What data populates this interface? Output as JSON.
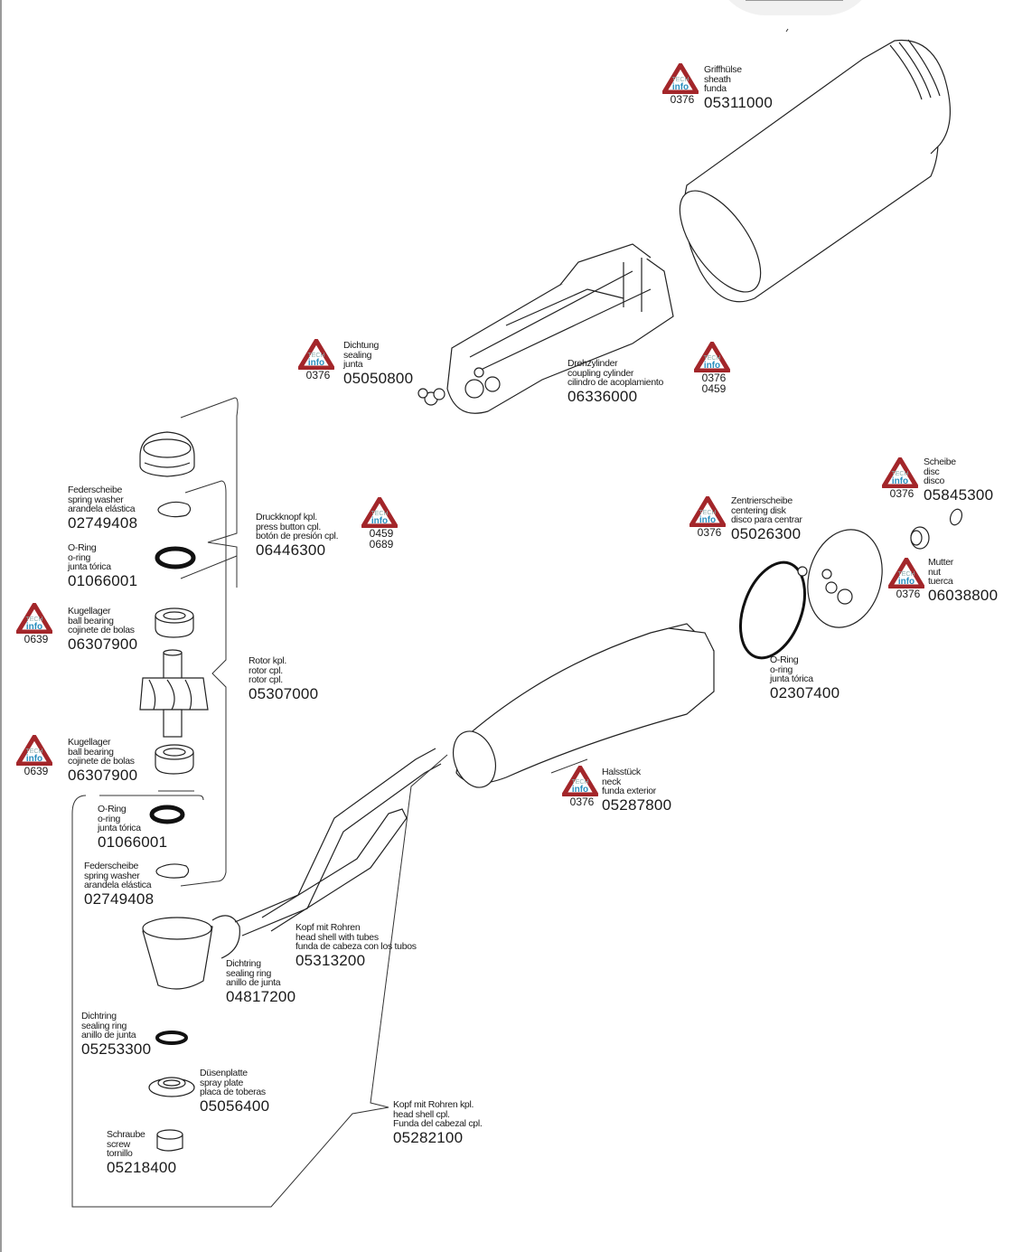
{
  "diagram": {
    "title": "",
    "tech_info_badge": {
      "top": "TECH",
      "bottom": "info",
      "color": "#a3262a",
      "text_color": "#2a8fbf"
    },
    "parts": [
      {
        "id": "griffhuelse",
        "lines": [
          "Griffhülse",
          "sheath",
          "funda"
        ],
        "part_no": "05311000",
        "tech_codes": [
          "0376"
        ]
      },
      {
        "id": "dichtung",
        "lines": [
          "Dichtung",
          "sealing",
          "junta"
        ],
        "part_no": "05050800",
        "tech_codes": [
          "0376"
        ]
      },
      {
        "id": "drehzylinder",
        "lines": [
          "Drehzylinder",
          "coupling cylinder",
          "cilindro de acoplamiento"
        ],
        "part_no": "06336000",
        "tech_codes": [
          "0376",
          "0459"
        ]
      },
      {
        "id": "federscheibe-top",
        "lines": [
          "Federscheibe",
          "spring washer",
          "arandela elástica"
        ],
        "part_no": "02749408",
        "tech_codes": []
      },
      {
        "id": "oring-top",
        "lines": [
          "O-Ring",
          "o-ring",
          "junta tórica"
        ],
        "part_no": "01066001",
        "tech_codes": []
      },
      {
        "id": "druckknopf",
        "lines": [
          "Druckknopf kpl.",
          "press button cpl.",
          "botón de presión cpl."
        ],
        "part_no": "06446300",
        "tech_codes": [
          "0459",
          "0689"
        ]
      },
      {
        "id": "kugellager-top",
        "lines": [
          "Kugellager",
          "ball bearing",
          "cojinete de bolas"
        ],
        "part_no": "06307900",
        "tech_codes": [
          "0639"
        ]
      },
      {
        "id": "rotor",
        "lines": [
          "Rotor kpl.",
          "rotor cpl.",
          "rotor cpl."
        ],
        "part_no": "05307000",
        "tech_codes": []
      },
      {
        "id": "kugellager-bottom",
        "lines": [
          "Kugellager",
          "ball bearing",
          "cojinete de bolas"
        ],
        "part_no": "06307900",
        "tech_codes": [
          "0639"
        ]
      },
      {
        "id": "oring-bottom",
        "lines": [
          "O-Ring",
          "o-ring",
          "junta tórica"
        ],
        "part_no": "01066001",
        "tech_codes": []
      },
      {
        "id": "federscheibe-bottom",
        "lines": [
          "Federscheibe",
          "spring washer",
          "arandela elástica"
        ],
        "part_no": "02749408",
        "tech_codes": []
      },
      {
        "id": "scheibe",
        "lines": [
          "Scheibe",
          "disc",
          "disco"
        ],
        "part_no": "05845300",
        "tech_codes": [
          "0376"
        ]
      },
      {
        "id": "zentrierscheibe",
        "lines": [
          "Zentrierscheibe",
          "centering disk",
          "disco para centrar"
        ],
        "part_no": "05026300",
        "tech_codes": [
          "0376"
        ]
      },
      {
        "id": "mutter",
        "lines": [
          "Mutter",
          "nut",
          "tuerca"
        ],
        "part_no": "06038800",
        "tech_codes": [
          "0376"
        ]
      },
      {
        "id": "oring-large",
        "lines": [
          "O-Ring",
          "o-ring",
          "junta tórica"
        ],
        "part_no": "02307400",
        "tech_codes": []
      },
      {
        "id": "halsstueck",
        "lines": [
          "Halsstück",
          "neck",
          "funda exterior"
        ],
        "part_no": "05287800",
        "tech_codes": [
          "0376"
        ]
      },
      {
        "id": "kopf-mit-rohren",
        "lines": [
          "Kopf mit Rohren",
          "head shell with tubes",
          "funda de cabeza con los tubos"
        ],
        "part_no": "05313200",
        "tech_codes": []
      },
      {
        "id": "dichtring-head",
        "lines": [
          "Dichtring",
          "sealing ring",
          "anillo de junta"
        ],
        "part_no": "04817200",
        "tech_codes": []
      },
      {
        "id": "dichtring-small",
        "lines": [
          "Dichtring",
          "sealing ring",
          "anillo de junta"
        ],
        "part_no": "05253300",
        "tech_codes": []
      },
      {
        "id": "duesenplatte",
        "lines": [
          "Düsenplatte",
          "spray plate",
          "placa de toberas"
        ],
        "part_no": "05056400",
        "tech_codes": []
      },
      {
        "id": "kopf-kpl",
        "lines": [
          "Kopf mit Rohren kpl.",
          "head shell cpl.",
          "Funda del cabezal cpl."
        ],
        "part_no": "05282100",
        "tech_codes": []
      },
      {
        "id": "schraube",
        "lines": [
          "Schraube",
          "screw",
          "tornillo"
        ],
        "part_no": "05218400",
        "tech_codes": []
      }
    ]
  }
}
